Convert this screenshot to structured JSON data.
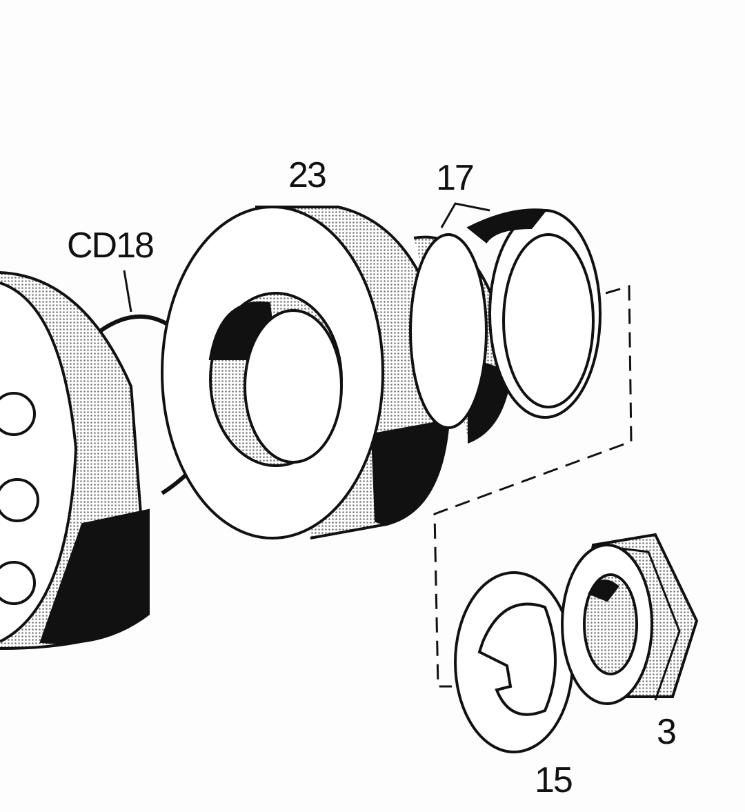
{
  "labels": {
    "circlip": "CD18",
    "housing": "23",
    "seal_collar": "17",
    "nut": "3",
    "lock_washer": "15"
  },
  "colors": {
    "ink": "#111111",
    "paper": "#fdfdfd",
    "stipple": "#bdbdbd"
  }
}
